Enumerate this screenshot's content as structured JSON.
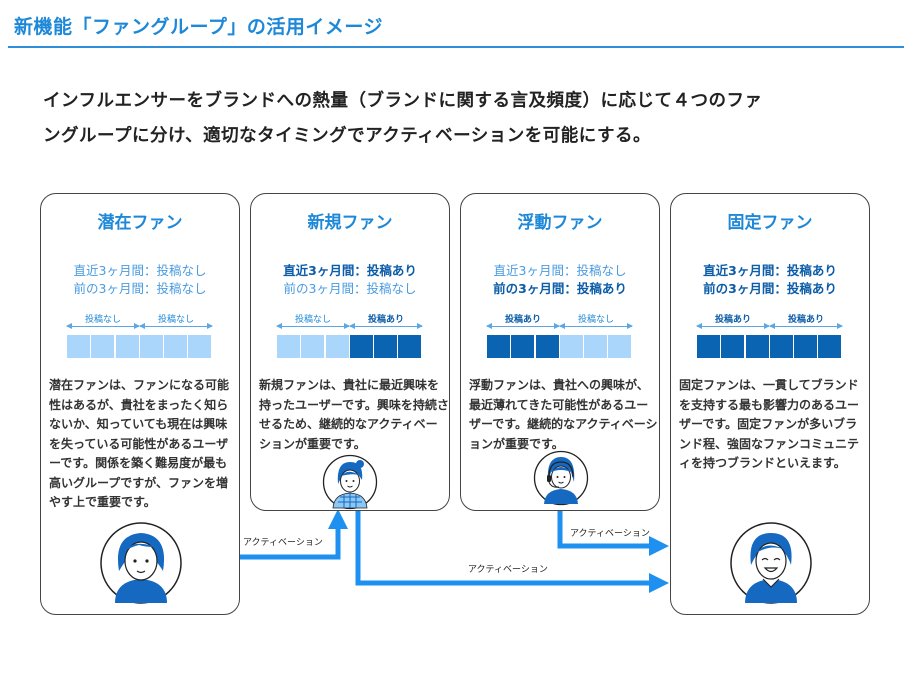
{
  "header": {
    "title": "新機能「ファングループ」の活用イメージ"
  },
  "lead": {
    "line1": "インフルエンサーをブランドへの熱量（ブランドに関する言及頻度）に応じて４つのファ",
    "line2": "ングループに分け、適切なタイミングでアクティベーションを可能にする。"
  },
  "cards": [
    {
      "title": "潜在ファン",
      "recent": "直近3ヶ月間：投稿なし",
      "previous": "前の3ヶ月間：投稿なし",
      "bar_left_label": "投稿なし",
      "bar_right_label": "投稿なし",
      "description": "潜在ファンは、ファンになる可能性はあるが、貴社をまったく知らないか、知っていても現在は興味を失っている可能性があるユーザーです。関係を築く難易度が最も高いグループですが、ファンを増やす上で重要です。"
    },
    {
      "title": "新規ファン",
      "recent": "直近3ヶ月間：投稿あり",
      "previous": "前の3ヶ月間：投稿なし",
      "bar_left_label": "投稿なし",
      "bar_right_label": "投稿あり",
      "description": "新規ファンは、貴社に最近興味を持ったユーザーです。興味を持続させるため、継続的なアクティベーションが重要です。"
    },
    {
      "title": "浮動ファン",
      "recent": "直近3ヶ月間：投稿なし",
      "previous": "前の3ヶ月間：投稿あり",
      "bar_left_label": "投稿あり",
      "bar_right_label": "投稿なし",
      "description": "浮動ファンは、貴社への興味が、最近薄れてきた可能性があるユーザーです。継続的なアクティベーションが重要です。"
    },
    {
      "title": "固定ファン",
      "recent": "直近3ヶ月間：投稿あり",
      "previous": "前の3ヶ月間：投稿あり",
      "bar_left_label": "投稿あり",
      "bar_right_label": "投稿あり",
      "description": "固定ファンは、一貫してブランドを支持する最も影響力のあるユーザーです。固定ファンが多いブランド程、強固なファンコミュニティを持つブランドといえます。"
    }
  ],
  "flows": {
    "label_latent_to_new": "アクティベーション",
    "label_floating_to_fixed": "アクティベーション",
    "label_new_to_fixed": "アクティベーション"
  },
  "colors": {
    "accent": "#1E88D8",
    "dark_blue": "#0B64B1",
    "light_blue": "#A9D6FA",
    "arrow_blue": "#1E90F0"
  },
  "icons": [
    "woman-avatar-icon",
    "woman-checkered-avatar-icon",
    "headset-operator-avatar-icon",
    "smiling-woman-avatar-icon"
  ]
}
